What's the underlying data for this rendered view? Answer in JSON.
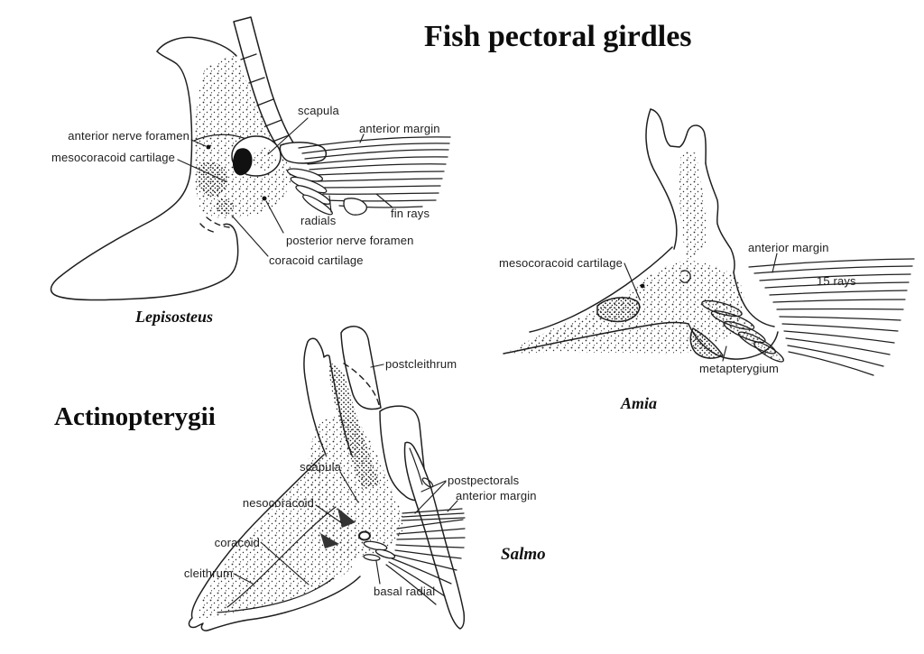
{
  "title": "Fish pectoral girdles",
  "clade_label": "Actinopterygii",
  "colors": {
    "ink": "#1f1f1f",
    "background": "#ffffff"
  },
  "figures": {
    "lepisosteus": {
      "caption": "Lepisosteus",
      "labels": {
        "anterior_nerve_foramen": "anterior nerve foramen",
        "mesocoracoid_cartilage": "mesocoracoid cartilage",
        "scapula": "scapula",
        "anterior_margin": "anterior margin",
        "radials": "radials",
        "fin_rays": "fin rays",
        "posterior_nerve_foramen": "posterior nerve foramen",
        "coracoid_cartilage": "coracoid cartilage"
      }
    },
    "amia": {
      "caption": "Amia",
      "labels": {
        "mesocoracoid_cartilage": "mesocoracoid cartilage",
        "anterior_margin": "anterior margin",
        "ray_count": "15 rays",
        "metapterygium": "metapterygium"
      }
    },
    "salmo": {
      "caption": "Salmo",
      "labels": {
        "postcleithrum": "postcleithrum",
        "scapula": "scapula",
        "nesocoracoid": "nesocoracoid",
        "coracoid": "coracoid",
        "cleithrum": "cleithrum",
        "postpectorals": "postpectorals",
        "anterior_margin": "anterior margin",
        "basal_radial": "basal radial"
      }
    }
  }
}
